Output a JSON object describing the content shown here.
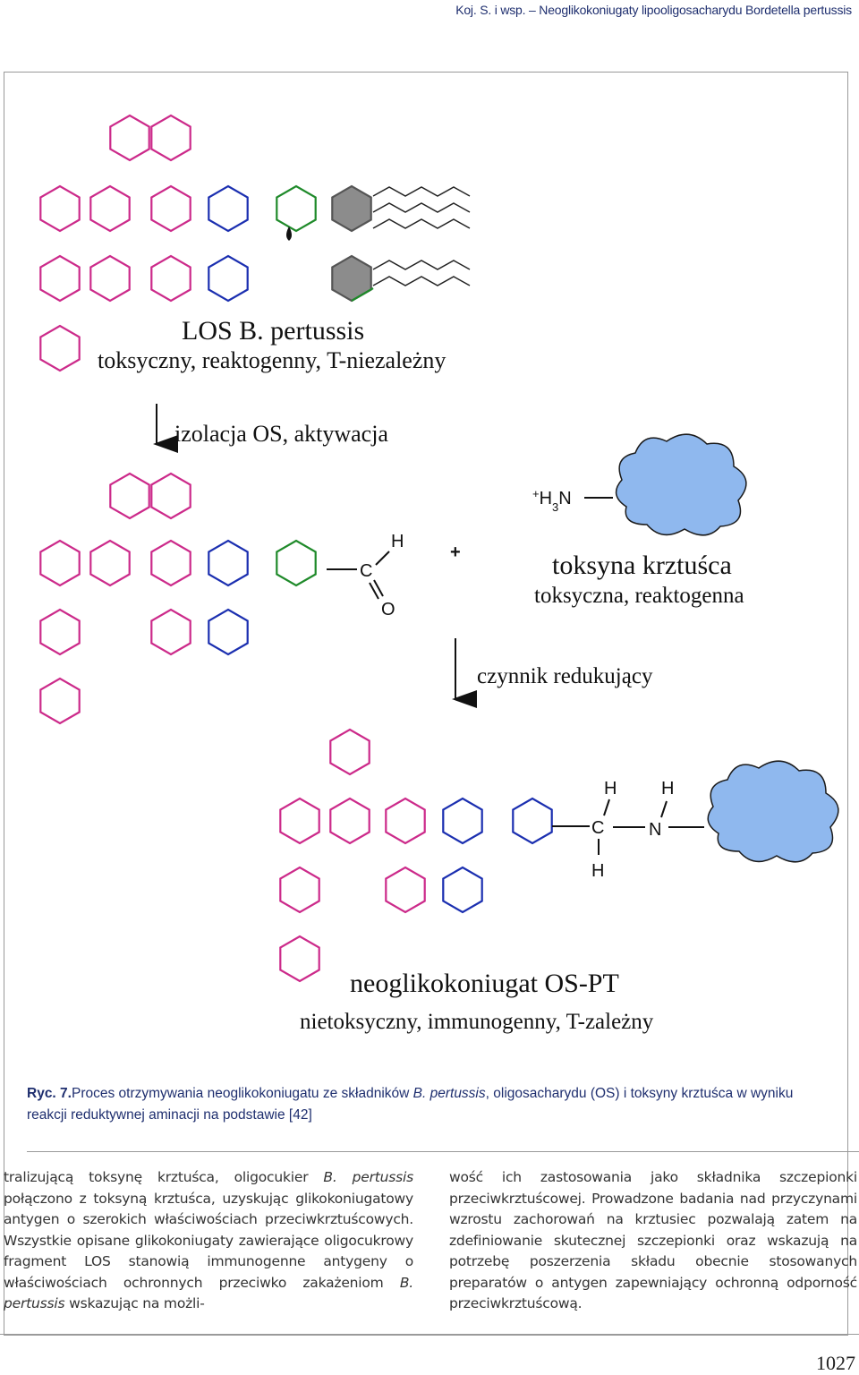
{
  "header": {
    "running_title": "Koj. S. i wsp. – Neoglikokoniugaty lipooligosacharydu Bordetella pertussis"
  },
  "figure": {
    "los_title": "LOS B. pertussis",
    "los_subtitle": "toksyczny, reaktogenny, T-niezależny",
    "step1": "izolacja OS, aktywacja",
    "h3n": "+H3N",
    "h3n_plus": "+",
    "h3n_H": "H",
    "h3n_3": "3",
    "h3n_N": "N",
    "aldehyde_C": "C",
    "aldehyde_H": "H",
    "aldehyde_O": "O",
    "plus": "+",
    "toxin_title": "toksyna krztuśca",
    "toxin_subtitle": "toksyczna, reaktogenna",
    "step2": "czynnik redukujący",
    "product_C": "C",
    "product_H1": "H",
    "product_H2": "H",
    "product_N": "N",
    "product_H3": "H",
    "conj_title": "neoglikokoniugat OS-PT",
    "conj_subtitle": "nietoksyczny, immunogenny, T-zależny",
    "colors": {
      "magenta": "#cc2a8a",
      "blue": "#1b2fb0",
      "green": "#1f8a2a",
      "gray": "#8c8c8c",
      "cloud": "#8fb8ee"
    }
  },
  "caption": {
    "label": "Ryc. 7.",
    "text_a": "Proces otrzymywania neoglikokoniugatu ze składników ",
    "text_italic": "B. pertussis",
    "text_b": ", oligosacharydu (OS) i toksyny krztuśca w wyniku reakcji reduktywnej aminacji na podstawie [42]"
  },
  "columns": {
    "left_a": "tralizującą toksynę krztuśca, oligocukier ",
    "left_i1": "B. pertussis",
    "left_b": " połączono z toksyną krztuśca, uzyskując glikokoniugatowy antygen o szerokich właściwościach przeciwkrztuścowych. Wszystkie opisane glikokoniugaty zawierające oligocukrowy fragment LOS stanowią immunogenne antygeny o właściwościach ochronnych przeciwko zakażeniom ",
    "left_i2": "B. pertussis",
    "left_c": " wskazując na możli-",
    "right": "wość ich zastosowania jako składnika szczepionki przeciwkrztuścowej. Prowadzone badania nad przyczynami wzrostu zachorowań na krztusiec pozwalają zatem na zdefiniowanie skutecznej szczepionki oraz wskazują na potrzebę poszerzenia składu obecnie stosowanych preparatów o antygen zapewniający ochronną odporność przeciwkrztuścową."
  },
  "page_number": "1027"
}
